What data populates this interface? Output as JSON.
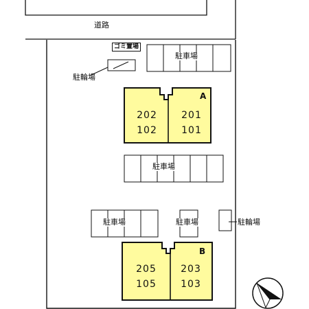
{
  "road": {
    "label": "道路"
  },
  "trash": {
    "label": "ゴミ置場"
  },
  "parking_top": {
    "label": "駐車場"
  },
  "bike_left": {
    "label": "駐輪場"
  },
  "parking_middle": {
    "label": "駐車場"
  },
  "parking_lower_left": {
    "label": "駐車場"
  },
  "parking_lower_mid": {
    "label": "駐車場"
  },
  "bike_right": {
    "label": "駐輪場"
  },
  "building_a": {
    "letter": "A",
    "units_left": [
      "202",
      "102"
    ],
    "units_right": [
      "201",
      "101"
    ],
    "fill": "#fffb9e"
  },
  "building_b": {
    "letter": "B",
    "units_left": [
      "205",
      "105"
    ],
    "units_right": [
      "203",
      "103"
    ],
    "fill": "#fffb9e"
  },
  "compass": {
    "icon": "north-arrow-icon"
  }
}
